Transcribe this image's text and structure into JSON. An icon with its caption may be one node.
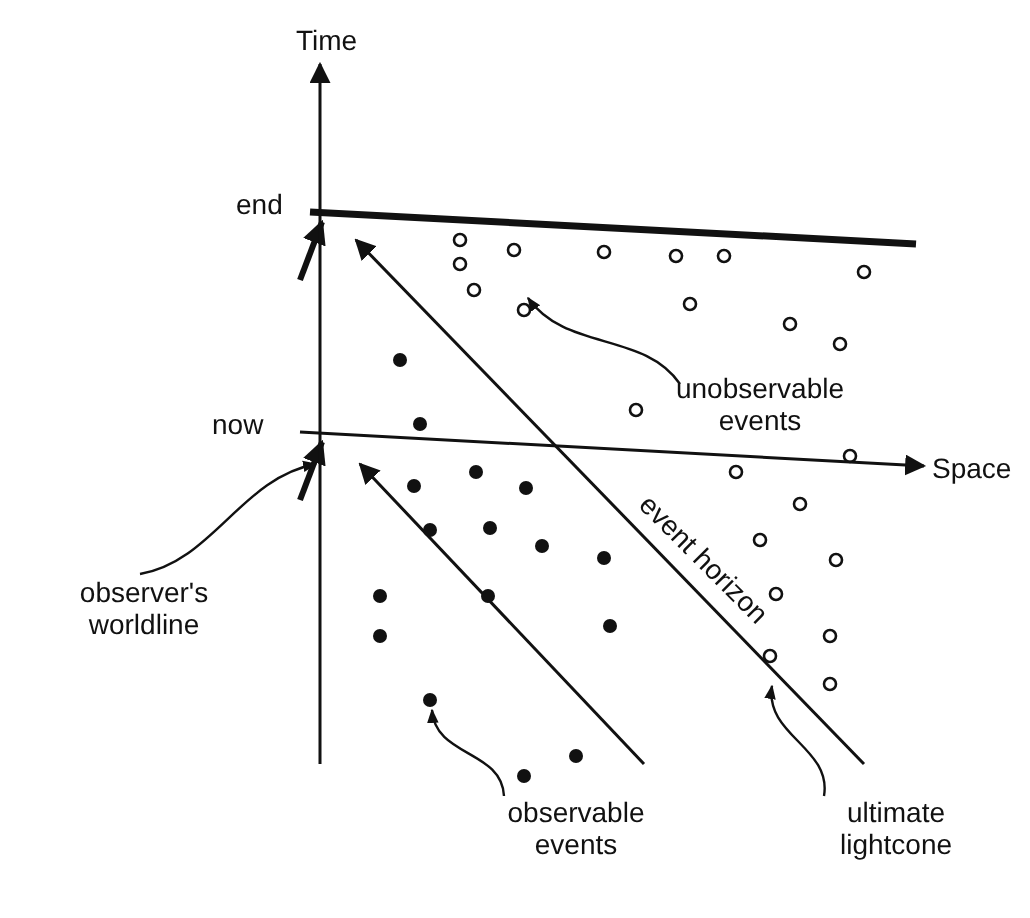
{
  "diagram": {
    "nodes": [
      {
        "text": [
          "unobservable events"
        ]
      },
      {
        "text": [],
        "shape": "circle"
      },
      {
        "text": [
          "observer's worldline"
        ]
      },
      {
        "text": [
          "observable events"
        ]
      },
      {
        "text": [],
        "shape": "circle"
      },
      {
        "text": [
          "ultimate lightcone"
        ]
      },
      {
        "text": [],
        "shape": "line"
      }
    ],
    "edges": [
      {
        "from": 0,
        "to": 1,
        "arrow": "to"
      },
      {
        "from": 2,
        "to": 6,
        "arrow": "to"
      },
      {
        "from": 3,
        "to": 4,
        "arrow": "to"
      },
      {
        "from": 5,
        "to": null,
        "arrow": "to"
      }
    ],
    "labels": [
      "Time",
      "end",
      "now",
      "Space",
      "event horizon"
    ]
  }
}
